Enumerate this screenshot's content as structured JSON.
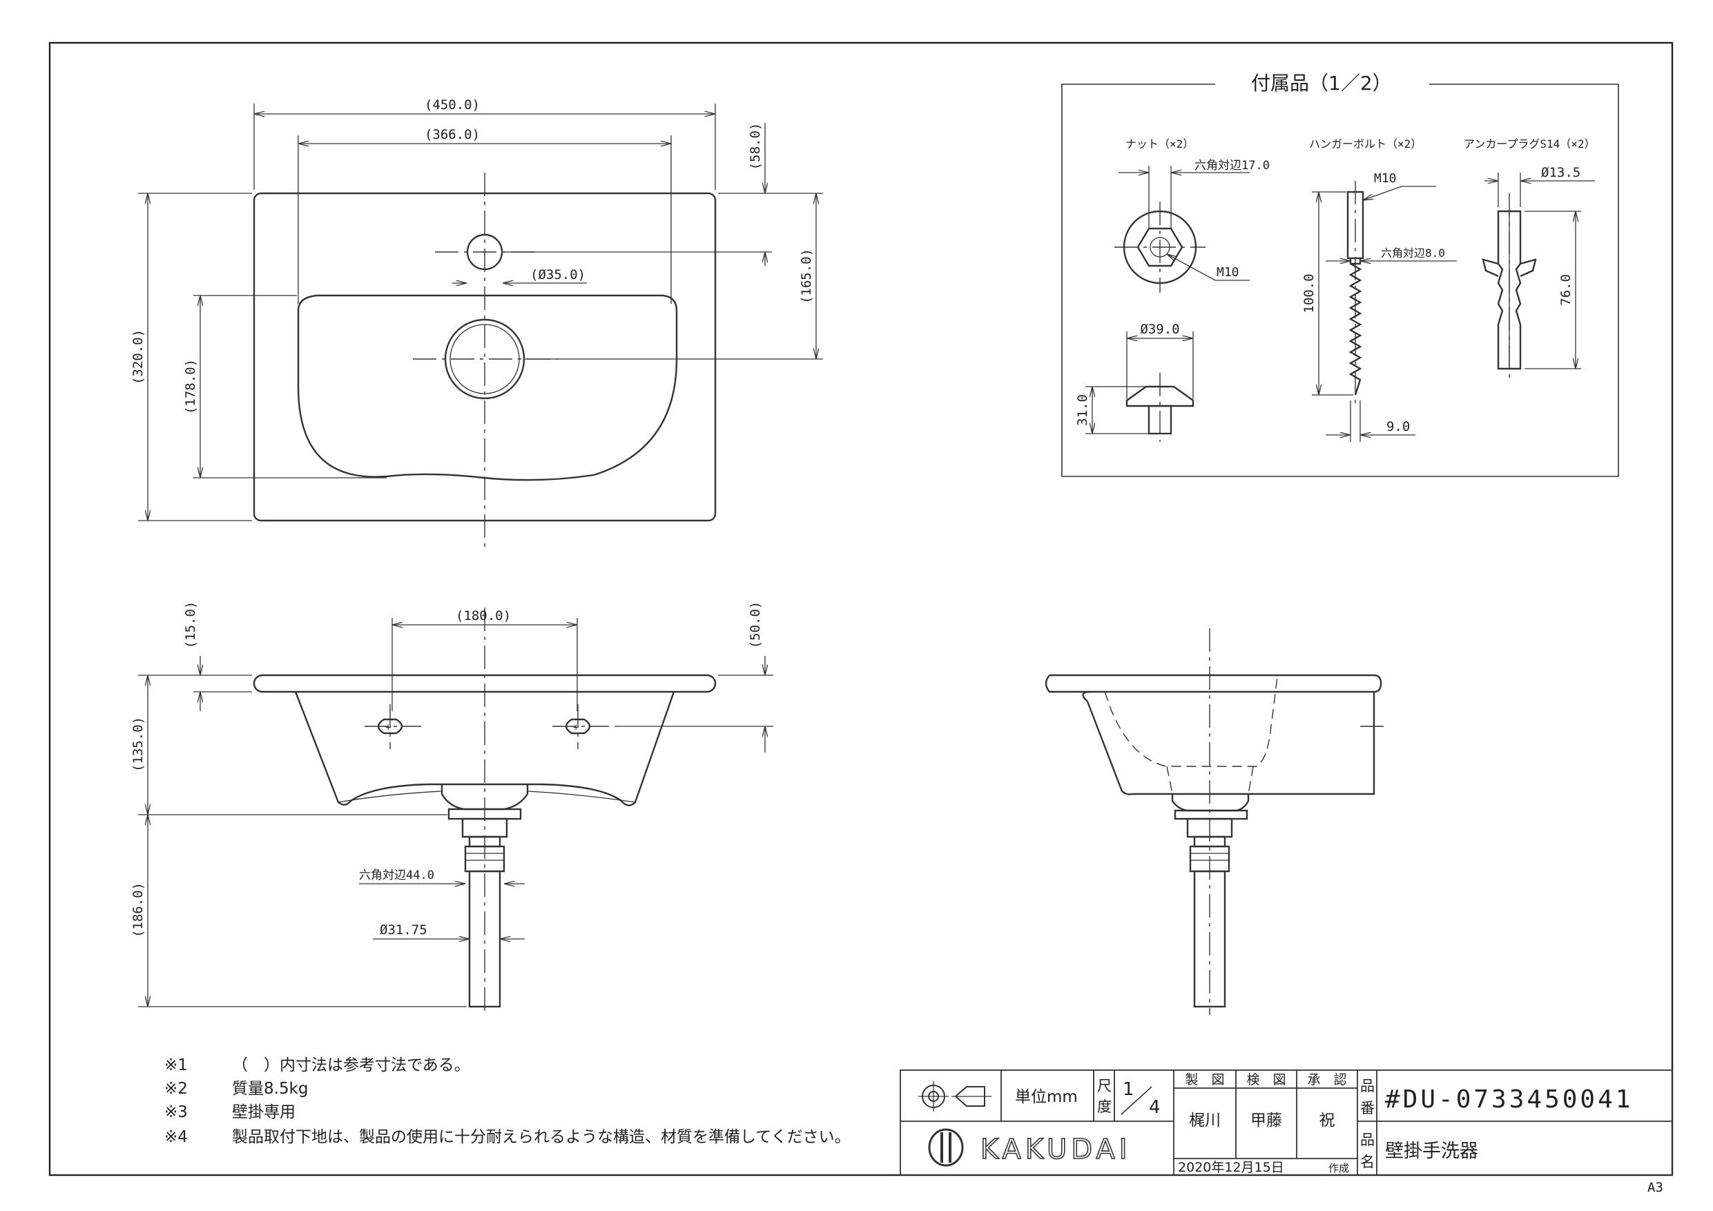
{
  "sheet_size": "A3",
  "dimensions": {
    "top_width": "(450.0)",
    "bowl_width": "(366.0)",
    "faucet_offset": "(58.0)",
    "faucet_hole": "(Ø35.0)",
    "drain_offset": "(165.0)",
    "total_depth": "(320.0)",
    "bowl_depth": "(178.0)",
    "rim_thickness": "(15.0)",
    "bracket_spacing": "(180.0)",
    "bracket_height": "(50.0)",
    "bowl_height": "(135.0)",
    "trap_length": "(186.0)",
    "hex_nut": "六角対辺44.0",
    "pipe_dia": "Ø31.75"
  },
  "accessories": {
    "title": "付属品（1／2）",
    "nut_label": "ナット（×2）",
    "nut_hex": "六角対辺17.0",
    "nut_thread": "M10",
    "nut_dia": "Ø39.0",
    "nut_height": "31.0",
    "bolt_label": "ハンガーボルト（×2）",
    "bolt_thread": "M10",
    "bolt_hex": "六角対辺8.0",
    "bolt_length": "100.0",
    "bolt_dia": "9.0",
    "plug_label": "アンカープラグS14（×2）",
    "plug_dia": "Ø13.5",
    "plug_length": "76.0"
  },
  "notes": [
    {
      "mark": "※1",
      "text": "（　）内寸法は参考寸法である。"
    },
    {
      "mark": "※2",
      "text": "質量8.5kg"
    },
    {
      "mark": "※3",
      "text": "壁掛専用"
    },
    {
      "mark": "※4",
      "text": "製品取付下地は、製品の使用に十分耐えられるような構造、材質を準備してください。"
    }
  ],
  "title_block": {
    "unit_label": "単位mm",
    "scale_label_1": "尺",
    "scale_label_2": "度",
    "scale_num": "1",
    "scale_den": "4",
    "drawn_label": "製　図",
    "checked_label": "検　図",
    "approved_label": "承　認",
    "drawn_by": "梶川",
    "checked_by": "甲藤",
    "approved_by": "祝",
    "date": "2020年12月15日",
    "date_suffix": "作成",
    "part_no_label_1": "品",
    "part_no_label_2": "番",
    "part_no": "#DU-0733450041",
    "name_label_1": "品",
    "name_label_2": "名",
    "product_name": "壁掛手洗器",
    "brand": "KAKUDAI"
  }
}
